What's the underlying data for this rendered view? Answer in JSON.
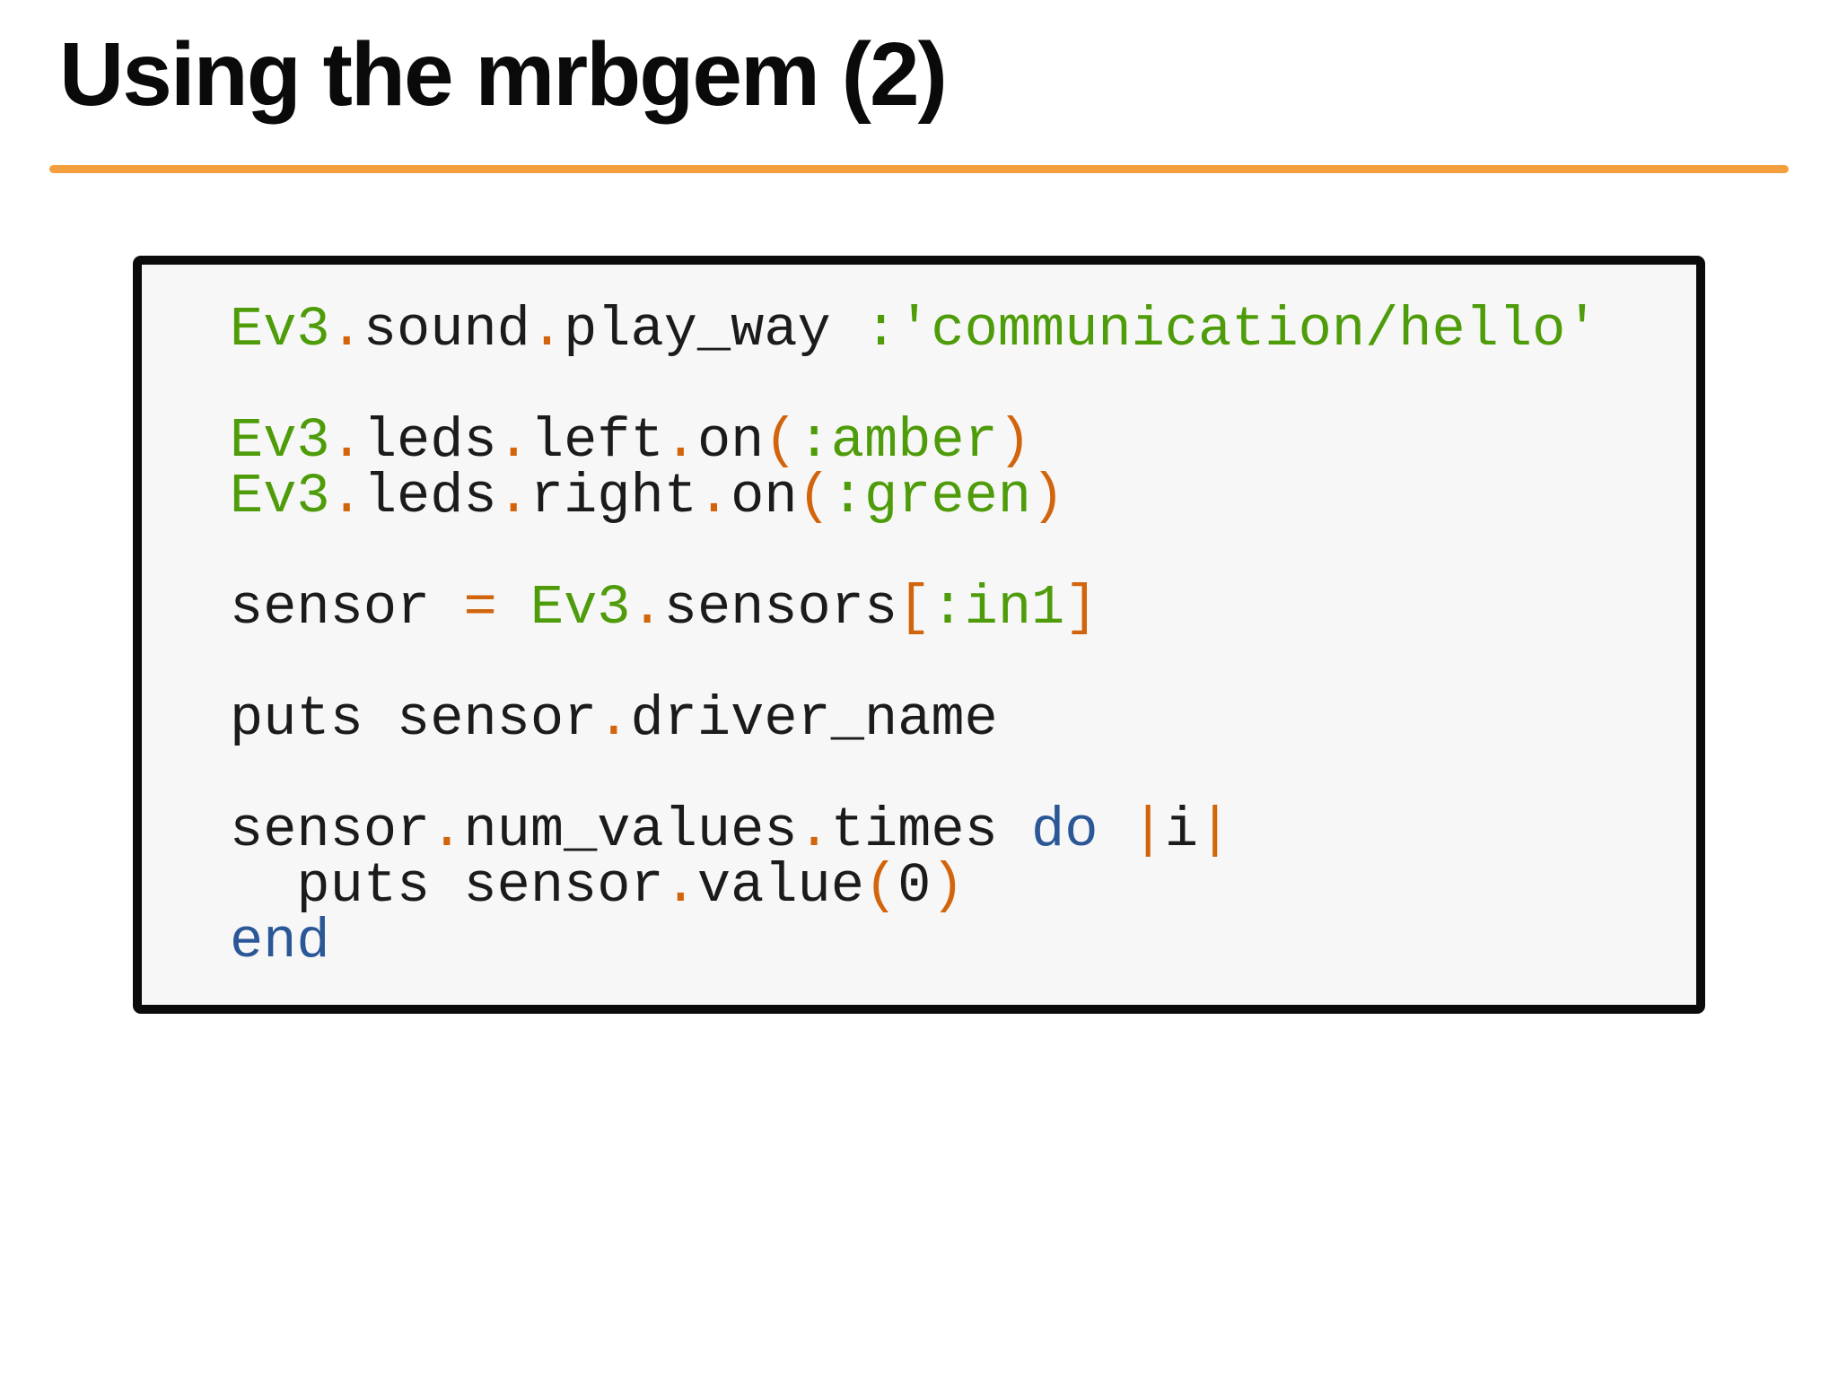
{
  "slide": {
    "title": "Using the mrbgem (2)",
    "accent_color": "#f49f3d",
    "background_color": "#ffffff"
  },
  "code_block": {
    "background": "#f7f7f8",
    "border_color": "#0b0b0b",
    "colors": {
      "plain": "#1b1b1b",
      "const": "#4f9c0a",
      "op": "#d2650c",
      "kw": "#2b5797"
    },
    "lines": [
      [
        [
          "const",
          "Ev3"
        ],
        [
          "op",
          "."
        ],
        [
          "plain",
          "sound"
        ],
        [
          "op",
          "."
        ],
        [
          "plain",
          "play_way "
        ],
        [
          "const",
          ":'communication/hello'"
        ]
      ],
      [],
      [
        [
          "const",
          "Ev3"
        ],
        [
          "op",
          "."
        ],
        [
          "plain",
          "leds"
        ],
        [
          "op",
          "."
        ],
        [
          "plain",
          "left"
        ],
        [
          "op",
          "."
        ],
        [
          "plain",
          "on"
        ],
        [
          "op",
          "("
        ],
        [
          "const",
          ":amber"
        ],
        [
          "op",
          ")"
        ]
      ],
      [
        [
          "const",
          "Ev3"
        ],
        [
          "op",
          "."
        ],
        [
          "plain",
          "leds"
        ],
        [
          "op",
          "."
        ],
        [
          "plain",
          "right"
        ],
        [
          "op",
          "."
        ],
        [
          "plain",
          "on"
        ],
        [
          "op",
          "("
        ],
        [
          "const",
          ":green"
        ],
        [
          "op",
          ")"
        ]
      ],
      [],
      [
        [
          "plain",
          "sensor "
        ],
        [
          "op",
          "="
        ],
        [
          "plain",
          " "
        ],
        [
          "const",
          "Ev3"
        ],
        [
          "op",
          "."
        ],
        [
          "plain",
          "sensors"
        ],
        [
          "op",
          "["
        ],
        [
          "const",
          ":in1"
        ],
        [
          "op",
          "]"
        ]
      ],
      [],
      [
        [
          "plain",
          "puts sensor"
        ],
        [
          "op",
          "."
        ],
        [
          "plain",
          "driver_name"
        ]
      ],
      [],
      [
        [
          "plain",
          "sensor"
        ],
        [
          "op",
          "."
        ],
        [
          "plain",
          "num_values"
        ],
        [
          "op",
          "."
        ],
        [
          "plain",
          "times "
        ],
        [
          "kw",
          "do"
        ],
        [
          "plain",
          " "
        ],
        [
          "op",
          "|"
        ],
        [
          "plain",
          "i"
        ],
        [
          "op",
          "|"
        ]
      ],
      [
        [
          "plain",
          "  puts sensor"
        ],
        [
          "op",
          "."
        ],
        [
          "plain",
          "value"
        ],
        [
          "op",
          "("
        ],
        [
          "plain",
          "0"
        ],
        [
          "op",
          ")"
        ]
      ],
      [
        [
          "kw",
          "end"
        ]
      ]
    ]
  }
}
